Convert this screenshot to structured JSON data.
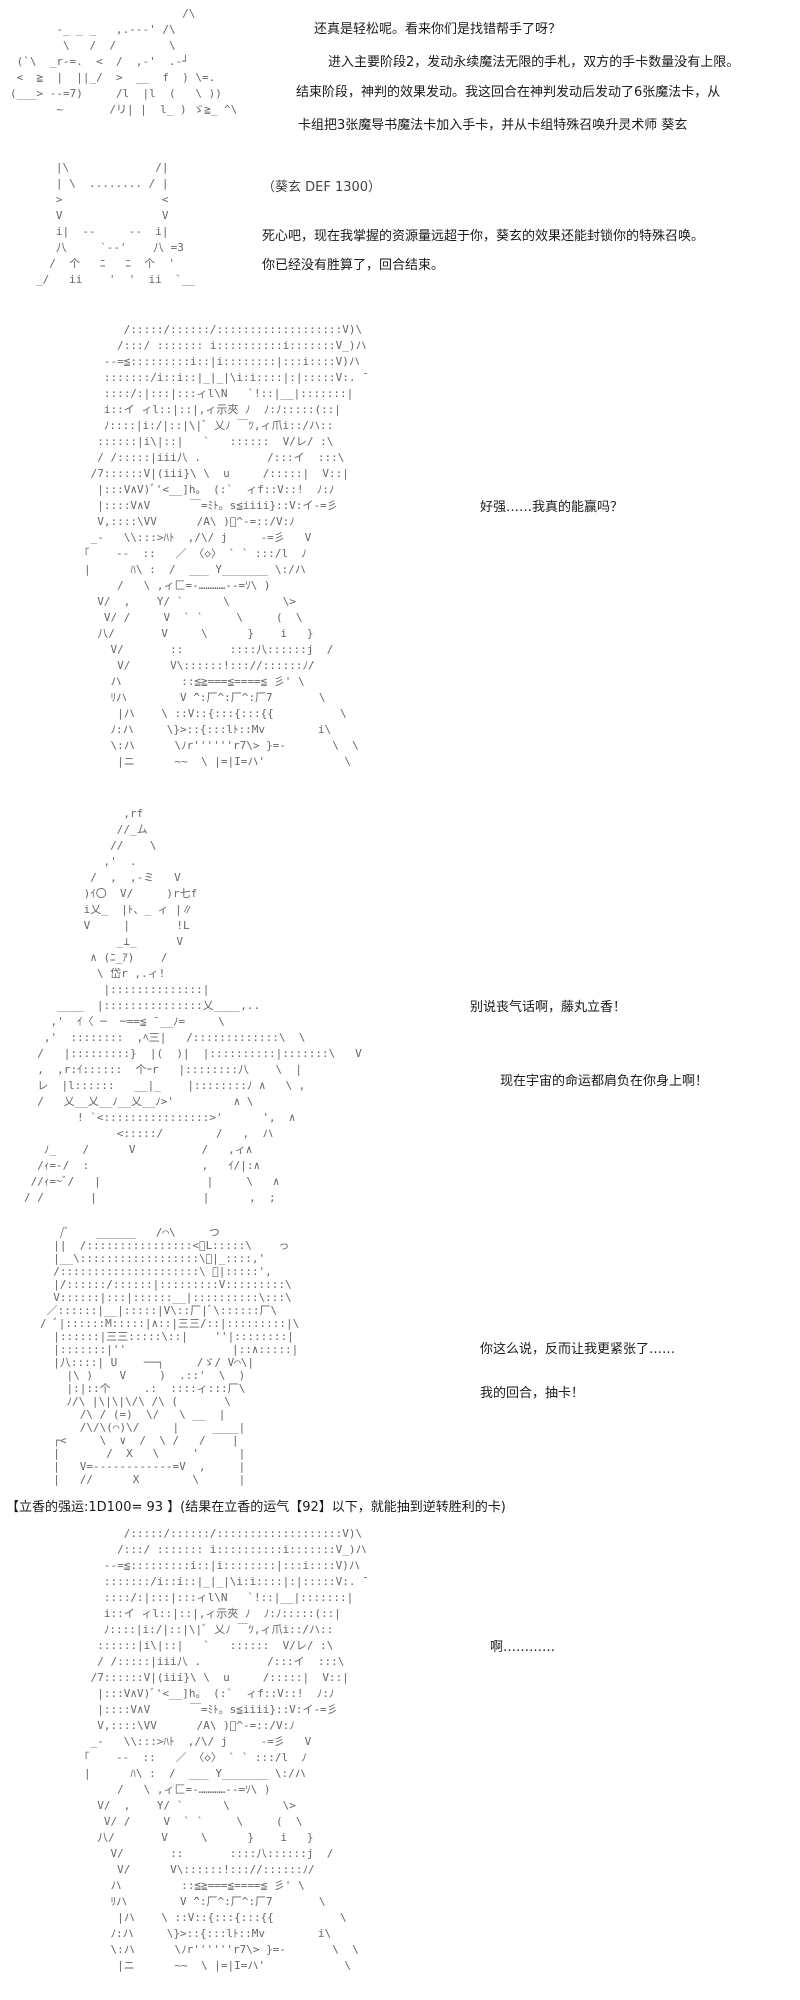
{
  "lines": {
    "l1": "还真是轻松呢。看来你们是找错帮手了呀？",
    "l2": "进入主要阶段2，发动永续魔法无限的手札，双方的手卡数量没有上限。",
    "l3": "结束阶段，神判的效果发动。我这回合在神判发动后发动了6张魔法卡，从",
    "l4": "卡组把3张魔导书魔法卡加入手卡，并从卡组特殊召唤升灵术师 葵玄",
    "l5": "（葵玄 DEF 1300）",
    "l6": "死心吧，现在我掌握的资源量远超于你，葵玄的效果还能封锁你的特殊召唤。",
    "l7": "你已经没有胜算了，回合结束。",
    "l8": "好强……我真的能赢吗？",
    "l9": "别说丧气话啊，藤丸立香！",
    "l10": "现在宇宙的命运都肩负在你身上啊！",
    "l11": "你这么说，反而让我更紧张了……",
    "l12": "我的回合，抽卡！",
    "l13": "【立香的强运:1D100= 93 】(结果在立香的运气【92】以下，就能抽到逆转胜利的卡)",
    "l14": "啊…………"
  },
  "art": {
    "a1": "                          /\\\n       -_ _ _   ,.---' /\\\n        \\   /  /        \\\n (`\\  _r-=.  <  /  ,-'  .-┘\n <  ≧  |  ||_/  >  __  f  ) \\=.\n(___> --=7)     /l  |l  (   \\ ))\n       ~       /リ| |  l_ ) ゞ≧_ ^\\",
    "a2": "   |\\             /|\n   | \\  ........ / |\n   >               <\n   V               V\n   i|  --     --  i|\n   八     `--'    八 =3\n  /  个   ﾆ   ﾆ  个  '\n_/   ii    '  '  ii  `__",
    "a3": "      /:::::/::::::/:::::::::::::::::::V)\\\n     /:::/ ::::::: i::::::::::i:::::::V_)ハ\n   --=≦:::::::::i::|i::::::::|:::i::::V)ハ\n   :::::::/i::i::|_|_|\\i:i::::|:|:::::V:. ̄\n   ::::/:|:::|:::ィl\\N   `!::|__|:::::::|\n   i::イ ィl::|::|,ィ示夾 ﾉ  ﾉ:ﾉ:::::(::|\n   ﾉ::::|i:/|::|\\|ﾞ 乂ﾉ ￣ﾂ,ィ爪i::/ハ::\n  ::::::|i\\|::|   `   ::::::  V/レ/ :\\\n  / /:::::|iii八 .          /:::イ  :::\\\n /7::::::V|(iii}\\ \\  u     /:::::|  V::|\n  |:::V∧V)ﾞ'<__]h。 (:`  ィf::V::!  ﾉ:ﾉ\n  |::::V∧V      ￣=ﾐﾄ。s≦iiii}::V:イ-=彡\n  V,::::\\VV      /A\\ )ﾞ^-=::/V:ﾉ\n _-   \\\\:::>ﾊﾄ  ,/\\/ j     -=彡   V\n｢    --  ::   ／ 〈◇〉 ` ` :::/l  ﾉ\n|      ﾊ\\ :  /  ___ Y_______ \\:/ハ\n     /   \\ ,ィ匚=-…………--=ｿ\\ )\n  V/  ,    Y/ `      \\        \\>\n   V/ /     V  ` `     \\     (  \\\n  八/       V     \\      }    i   }\n    V/       ::       ::::八::::::j  /\n     V/      V\\::::::!::://::::::ﾉ/\n    ハ         ::≦≧===≦====≦ 彡' \\\n    ﾘハ        V ̄^:厂^:厂^:厂7       \\\n     |ハ    \\ ::V::{:::{:::{{          \\\n    ﾉ:ハ     \\}>::{:::lﾄ::Mv        i\\\n    \\:ハ      \\ﾉr''''''r7\\> }=-       \\  \\\n     |ニ      ~~  \\ |=|I=ハ'            \\",
    "a4": "               ,rf\n              //_ム\n             //    \\\n            ,'  .\n          /  ,  ,-ミ   V\n         )ｲ〇  V/     )r七f\n         i乂_  |ﾄ、_ ィ |∥\n         V     |       !L\n              _⊥_      V\n          ∧ (ﾆ_ｱ)    /\n           \\ 岱r ,.ィ!\n            |::::::::::::::|\n     ____  |:::::::::::::::乂____,..\n    ,'  ｲ〈 ─  ─==≦ ̄ __ﾉ=     \\\n   ,'  ::::::::  ,ﾍ三|   /:::::::::::::\\  \\\n  /   |:::::::::}  |(  )|  |::::::::::|:::::::\\   V\n  ,  ,r:ｲ::::::  个ｰr   |::::::::八    \\  |\n  レ  |l::::::   __|_    |::::::::ﾉ ∧   \\ ,\n  /   乂__乂__ﾉ__乂__ﾉ>'         ∧ \\\n        ! `<::::::::::::::::>'      ',  ∧\n              <:::::/        /   ,  ハ\n   ﾉ_    /      V          /   ,ィ∧\n  /ｨ=-/  :                 ,   ｲ/|:∧\n //ｨ=~ﾞ/   |                |     \\   ∧\n/ /       |                |      ,  ;",
    "a5": "   /ﾞ    ______   /⌒\\     つ\n  ||  /::::::::::::::::<ﾞL:::::\\    っ\n  |__\\::::::::::::::::::\\ﾞ|_::::,'\n  /:::::::::::::::::::::\\ ﾞ|:::::',\n  |/::::::/::::::|:::::::::V:::::::::\\\n  V::::::|:::|::::::__|::::::::::\\:::\\\n ／::::::|__|:::::|V\\::厂|ﾞ\\::::::厂\\\n/ ﾞ|::::::M:::::|∧::|三三/::|:::::::::|\\\n  |::::::|三三:::::\\::|    ''|::::::::|\n  |:::::::|''                |::∧:::::|\n  |八::::| U    ──┐     /ゞ/ V⌒\\|\n    |\\ )    V     )  .::'  \\  )\n    |:|::个     .:  ::::ィ:::厂\\\n    ﾉ/\\ |\\|\\|\\/\\ /\\ (       \\\n      /\\ / (=)  \\/   \\ __  |\n      /\\/\\(⌒)\\/     |     ____|\n  ┌<     \\  ∨  /  \\ /   /    |\n  |       /  X   \\     '      |\n  |   V=------------=V  ,     |\n  |   //      X        \\      |"
  }
}
